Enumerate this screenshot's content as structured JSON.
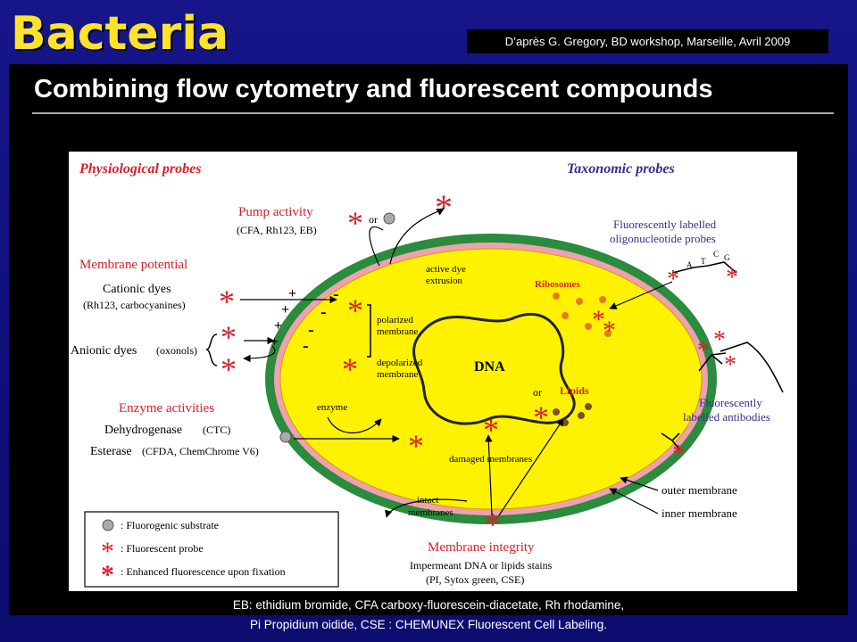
{
  "slide": {
    "title": "Bacteria",
    "credit": "D’après G. Gregory, BD workshop, Marseille, Avril 2009",
    "heading": "Combining flow cytometry and fluorescent compounds",
    "caption_line1": "EB: ethidium bromide, CFA carboxy-fluorescein-diacetate, Rh rhodamine,",
    "caption_line2": "Pi Propidium oidide, CSE : CHEMUNEX Fluorescent Cell Labeling."
  },
  "diagram": {
    "physiological_title": "Physiological probes",
    "taxonomic_title": "Taxonomic probes",
    "pump_activity": "Pump activity",
    "pump_agents": "(CFA, Rh123, EB)",
    "or_top": "or",
    "active_dye": "active dye",
    "extrusion": "extrusion",
    "membrane_potential": "Membrane potential",
    "cationic_dyes": "Cationic dyes",
    "cationic_agents": "(Rh123, carbocyanines)",
    "anionic_dyes": "Anionic dyes",
    "anionic_agents": "(oxonols)",
    "polarized": "polarized",
    "polarized_membrane": "membrane",
    "depolarized": "depolarized",
    "depolarized_membrane": "membrane",
    "enzyme_activities": "Enzyme activities",
    "dehydrogenase": "Dehydrogenase",
    "dehydrogenase_agent": "(CTC)",
    "esterase": "Esterase",
    "esterase_agent": "(CFDA, ChemChrome V6)",
    "enzyme": "enzyme",
    "dna": "DNA",
    "or_mid": "or",
    "lipids": "Lipids",
    "ribosomes": "Ribosomes",
    "oligo_line1": "Fluorescently labelled",
    "oligo_line2": "oligonucleotide probes",
    "seq_a": "A",
    "seq_t": "T",
    "seq_c": "C",
    "seq_g": "G",
    "antibodies_line1": "Fluorescently",
    "antibodies_line2": "labelled antibodies",
    "damaged_membranes": "damaged membranes",
    "outer_membrane": "outer membrane",
    "inner_membrane": "inner membrane",
    "intact": "intact",
    "intact_membranes": "membranes",
    "membrane_integrity": "Membrane integrity",
    "impermeant_line1": "Impermeant DNA or lipids stains",
    "impermeant_line2": "(PI, Sytox green, CSE)",
    "legend_fluorogenic": ": Fluorogenic substrate",
    "legend_probe": ": Fluorescent probe",
    "legend_enhanced": ": Enhanced fluorescence upon fixation",
    "plus_sign": "+",
    "minus_sign": "-",
    "star_glyph": "*"
  },
  "colors": {
    "title_yellow": "#ffe22a",
    "slide_blue": "#10107a",
    "probe_red": "#d81f2a",
    "taxonomic_purple": "#3a2c8c",
    "cell_yellow": "#fff200",
    "cell_green": "#2a8c3c",
    "cell_pink": "#f0a0b0"
  }
}
